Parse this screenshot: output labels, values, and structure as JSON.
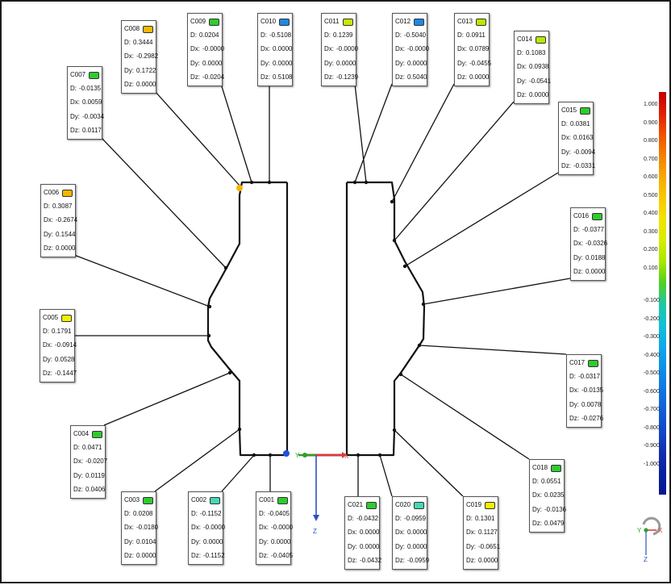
{
  "callouts": [
    {
      "id": "C001",
      "color": "#2ecc2e",
      "D": "-0.0405",
      "Dx": "-0.0000",
      "Dy": "0.0000",
      "Dz": "-0.0405"
    },
    {
      "id": "C002",
      "color": "#44d8b4",
      "D": "-0.1152",
      "Dx": "-0.0000",
      "Dy": "0.0000",
      "Dz": "-0.1152"
    },
    {
      "id": "C003",
      "color": "#2ecc2e",
      "D": "0.0208",
      "Dx": "-0.0180",
      "Dy": "0.0104",
      "Dz": "0.0000"
    },
    {
      "id": "C004",
      "color": "#2ecc2e",
      "D": "0.0471",
      "Dx": "-0.0207",
      "Dy": "0.0119",
      "Dz": "0.0406"
    },
    {
      "id": "C005",
      "color": "#f2f000",
      "D": "0.1791",
      "Dx": "-0.0914",
      "Dy": "0.0528",
      "Dz": "-0.1447"
    },
    {
      "id": "C006",
      "color": "#f2b800",
      "D": "0.3087",
      "Dx": "-0.2674",
      "Dy": "0.1544",
      "Dz": "0.0000"
    },
    {
      "id": "C007",
      "color": "#2ecc2e",
      "D": "-0.0135",
      "Dx": "0.0059",
      "Dy": "-0.0034",
      "Dz": "0.0117"
    },
    {
      "id": "C008",
      "color": "#f2b800",
      "D": "0.3444",
      "Dx": "-0.2982",
      "Dy": "0.1722",
      "Dz": "0.0000"
    },
    {
      "id": "C009",
      "color": "#2ecc2e",
      "D": "0.0204",
      "Dx": "-0.0000",
      "Dy": "0.0000",
      "Dz": "-0.0204"
    },
    {
      "id": "C010",
      "color": "#1e88e5",
      "D": "-0.5108",
      "Dx": "0.0000",
      "Dy": "0.0000",
      "Dz": "0.5108"
    },
    {
      "id": "C011",
      "color": "#c8e800",
      "D": "0.1239",
      "Dx": "-0.0000",
      "Dy": "0.0000",
      "Dz": "-0.1239"
    },
    {
      "id": "C012",
      "color": "#1e88e5",
      "D": "-0.5040",
      "Dx": "-0.0000",
      "Dy": "0.0000",
      "Dz": "0.5040"
    },
    {
      "id": "C013",
      "color": "#b8e800",
      "D": "0.0911",
      "Dx": "0.0789",
      "Dy": "-0.0455",
      "Dz": "0.0000"
    },
    {
      "id": "C014",
      "color": "#b8e800",
      "D": "0.1083",
      "Dx": "0.0938",
      "Dy": "-0.0541",
      "Dz": "0.0000"
    },
    {
      "id": "C015",
      "color": "#2ecc2e",
      "D": "0.0381",
      "Dx": "0.0163",
      "Dy": "-0.0094",
      "Dz": "-0.0331"
    },
    {
      "id": "C016",
      "color": "#2ecc2e",
      "D": "-0.0377",
      "Dx": "-0.0326",
      "Dy": "0.0188",
      "Dz": "0.0000"
    },
    {
      "id": "C017",
      "color": "#2ecc2e",
      "D": "-0.0317",
      "Dx": "-0.0135",
      "Dy": "0.0078",
      "Dz": "-0.0276"
    },
    {
      "id": "C018",
      "color": "#2ecc2e",
      "D": "0.0551",
      "Dx": "0.0235",
      "Dy": "-0.0136",
      "Dz": "0.0479"
    },
    {
      "id": "C019",
      "color": "#f2f000",
      "D": "0.1301",
      "Dx": "0.1127",
      "Dy": "-0.0651",
      "Dz": "0.0000"
    },
    {
      "id": "C020",
      "color": "#44d8b4",
      "D": "-0.0959",
      "Dx": "0.0000",
      "Dy": "0.0000",
      "Dz": "-0.0959"
    },
    {
      "id": "C021",
      "color": "#2ecc2e",
      "D": "-0.0432",
      "Dx": "0.0000",
      "Dy": "0.0000",
      "Dz": "-0.0432"
    }
  ],
  "field_labels": {
    "D": "D:",
    "Dx": "Dx:",
    "Dy": "Dy:",
    "Dz": "Dz:"
  },
  "color_scale": {
    "ticks": [
      "1.000",
      "0.900",
      "0.800",
      "0.700",
      "0.600",
      "0.500",
      "0.400",
      "0.300",
      "0.200",
      "0.100",
      "-0.100",
      "-0.200",
      "-0.300",
      "-0.400",
      "-0.500",
      "-0.600",
      "-0.700",
      "-0.800",
      "-0.900",
      "-1.000"
    ],
    "colors": [
      "#c00000",
      "#e02000",
      "#f05000",
      "#f48000",
      "#f8a800",
      "#f8c800",
      "#f0e400",
      "#d8ec00",
      "#a8e800",
      "#50d020",
      "#20c8a0",
      "#10c0d8",
      "#10a8e8",
      "#1090e8",
      "#1078e0",
      "#1060d8",
      "#1048c8",
      "#1030b0",
      "#0820a0",
      "#061890"
    ]
  },
  "axes": {
    "y": "Y",
    "x": "X",
    "z": "Z"
  },
  "triad": {
    "y": "Y",
    "x": "X",
    "z": "Z"
  }
}
